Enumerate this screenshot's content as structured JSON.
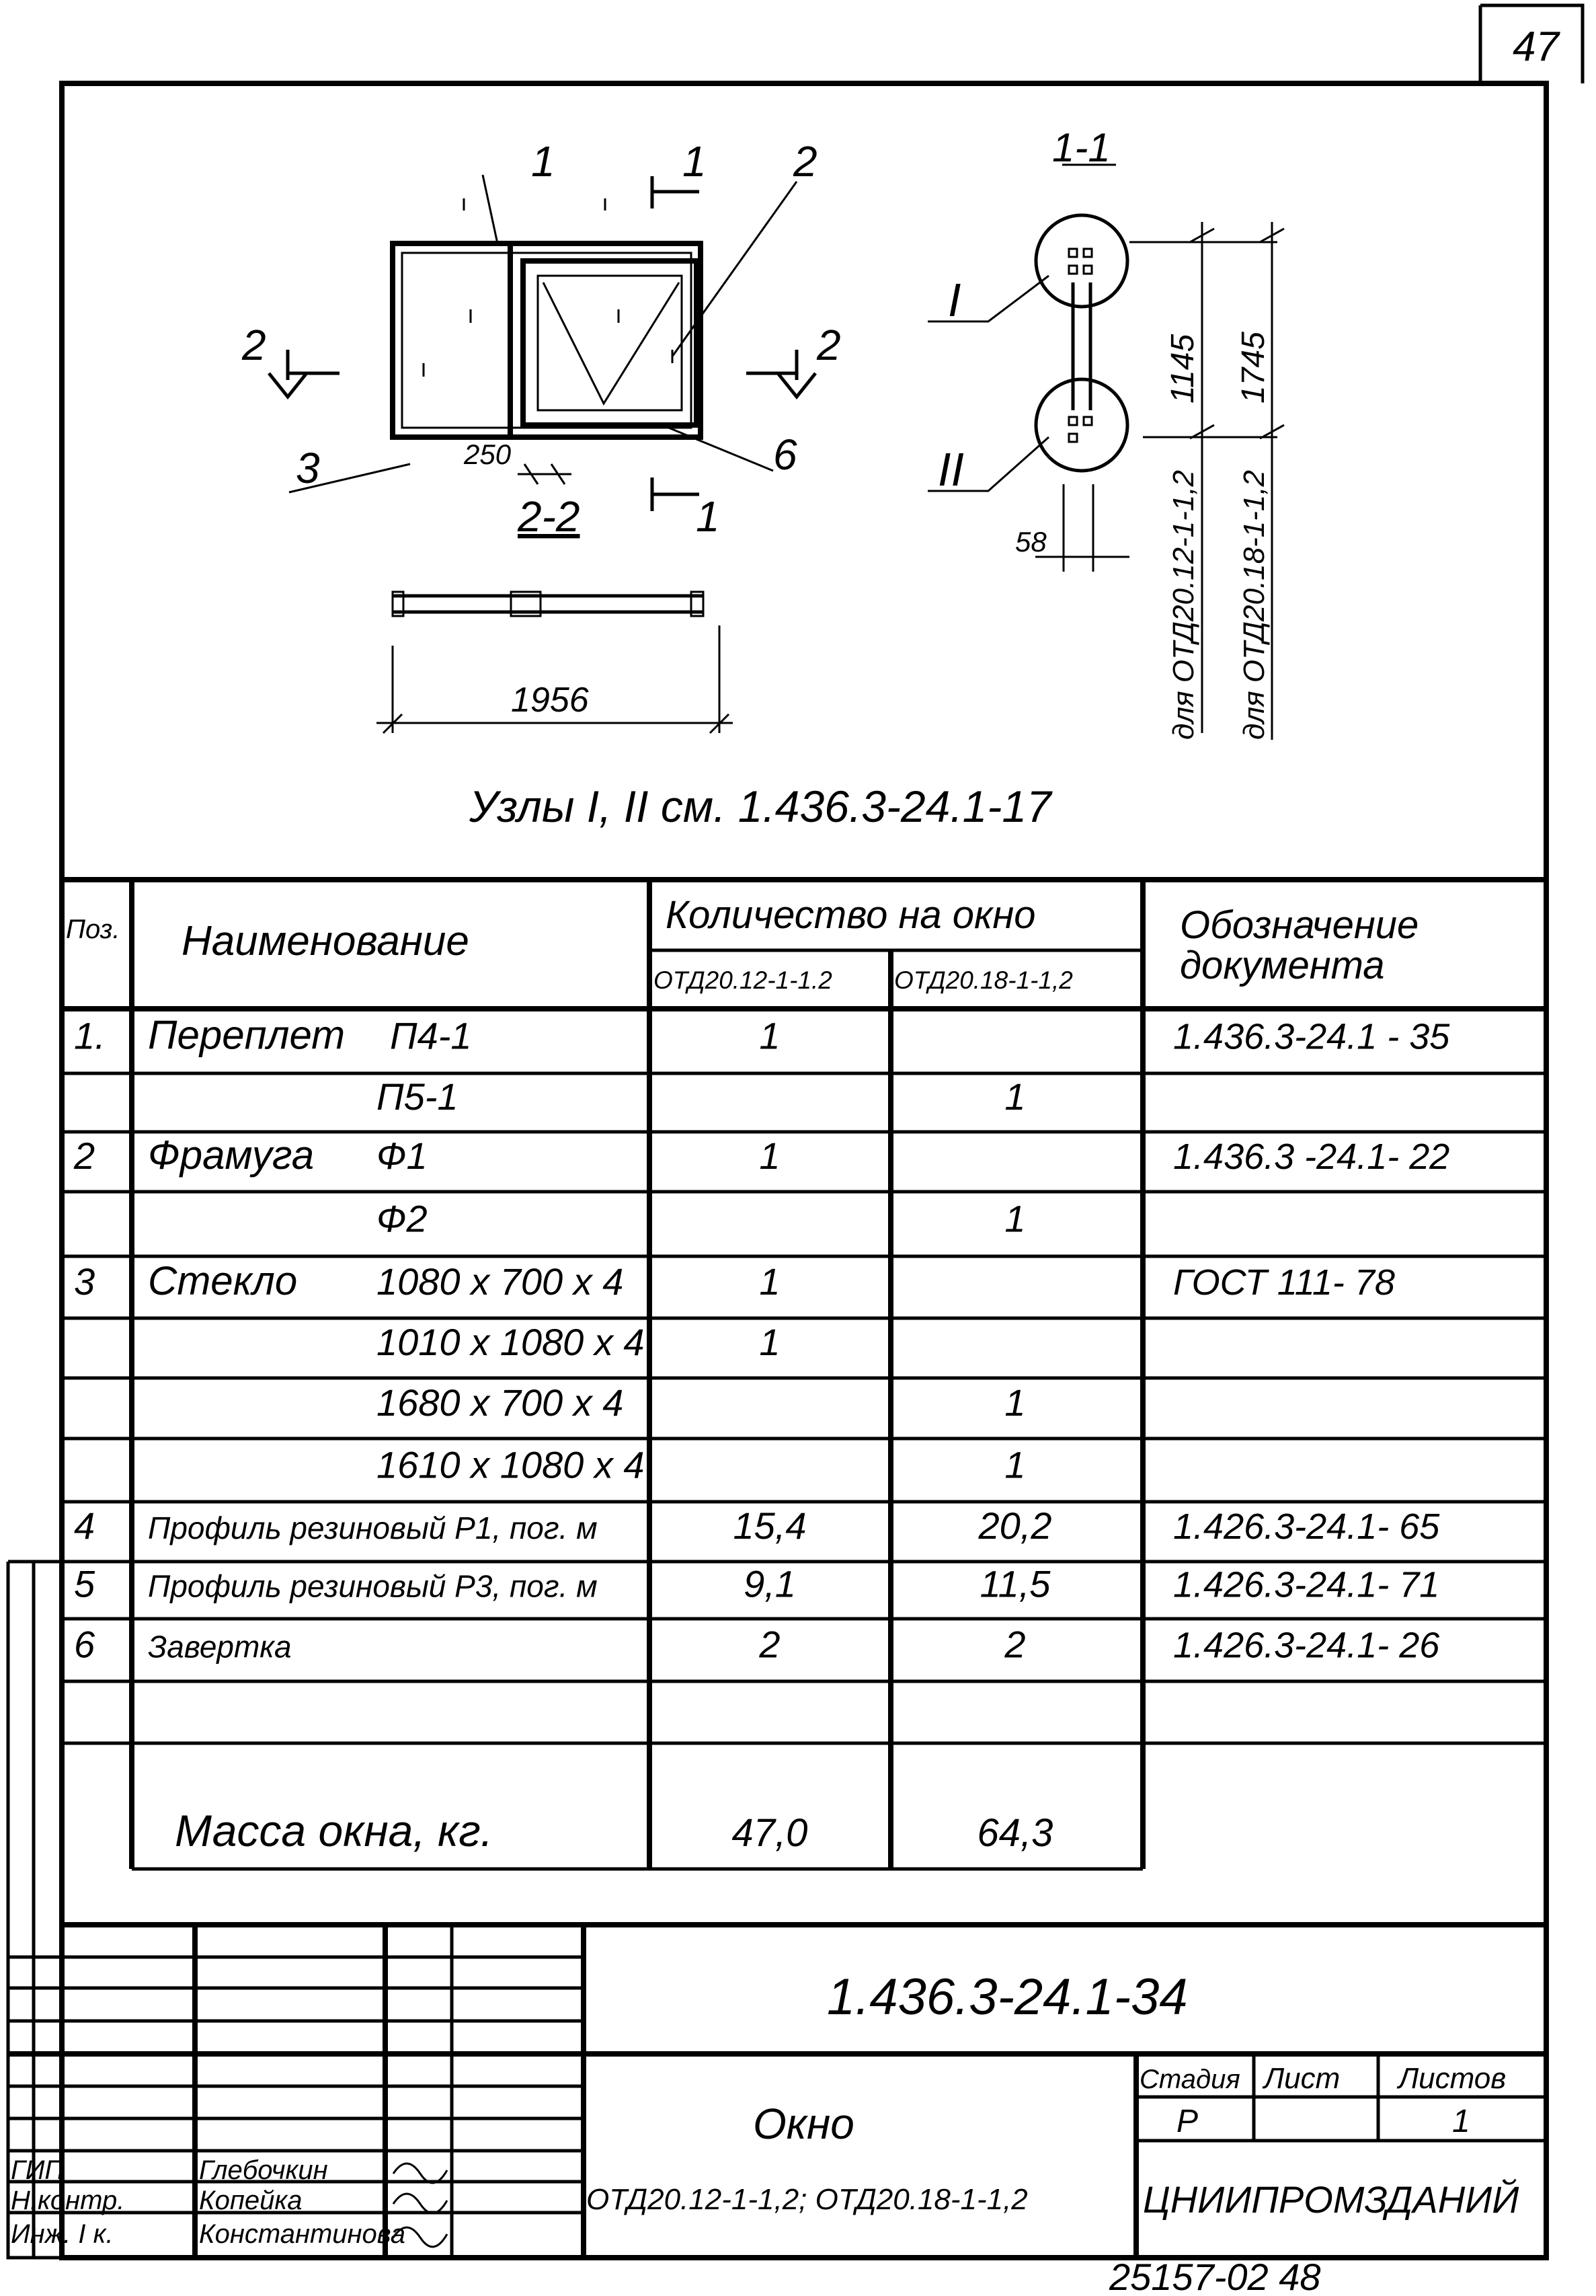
{
  "page_number": "47",
  "drawing": {
    "pos_1": "1",
    "pos_2": "2",
    "pos_3": "3",
    "pos_6": "6",
    "section_1_mark": "1",
    "section_1_mark_bottom": "1",
    "section_2_mark_left": "2",
    "section_2_mark_right": "2",
    "dim_250": "250",
    "section_2_2_title": "2-2",
    "dim_1956": "1956",
    "section_1_1_title": "1-1",
    "node_I": "I",
    "node_II": "II",
    "dim_58": "58",
    "dim_1145": "1145",
    "dim_1745": "1745",
    "note_for_12": "для ОТД20.12-1-1,2",
    "note_for_18": "для ОТД20.18-1-1,2",
    "nodes_reference": "Узлы I, II см. 1.436.3-24.1-17"
  },
  "table": {
    "headers": {
      "pos": "Поз.",
      "name": "Наименование",
      "qty": "Количество на окно",
      "qty_col1": "ОТД20.12-1-1.2",
      "qty_col2": "ОТД20.18-1-1,2",
      "doc_line1": "Обозначение",
      "doc_line2": "документа"
    },
    "rows": [
      {
        "pos": "1.",
        "name": "Переплет",
        "mark": "П4-1",
        "q1": "1",
        "q2": "",
        "doc": "1.436.3-24.1 - 35"
      },
      {
        "pos": "",
        "name": "",
        "mark": "П5-1",
        "q1": "",
        "q2": "1",
        "doc": ""
      },
      {
        "pos": "2",
        "name": "Фрамуга",
        "mark": "Ф1",
        "q1": "1",
        "q2": "",
        "doc": "1.436.3 -24.1- 22"
      },
      {
        "pos": "",
        "name": "",
        "mark": "Ф2",
        "q1": "",
        "q2": "1",
        "doc": ""
      },
      {
        "pos": "3",
        "name": "Стекло",
        "mark": "1080 x 700 x 4",
        "q1": "1",
        "q2": "",
        "doc": "ГОСТ 111- 78"
      },
      {
        "pos": "",
        "name": "",
        "mark": "1010 x 1080 x 4",
        "q1": "1",
        "q2": "",
        "doc": ""
      },
      {
        "pos": "",
        "name": "",
        "mark": "1680 x 700 x 4",
        "q1": "",
        "q2": "1",
        "doc": ""
      },
      {
        "pos": "",
        "name": "",
        "mark": "1610 x 1080 x 4",
        "q1": "",
        "q2": "1",
        "doc": ""
      },
      {
        "pos": "4",
        "name": "Профиль резиновый Р1, пог. м",
        "mark": "",
        "q1": "15,4",
        "q2": "20,2",
        "doc": "1.426.3-24.1- 65"
      },
      {
        "pos": "5",
        "name": "Профиль резиновый Р3, пог. м",
        "mark": "",
        "q1": "9,1",
        "q2": "11,5",
        "doc": "1.426.3-24.1- 71"
      },
      {
        "pos": "6",
        "name": "Завертка",
        "mark": "",
        "q1": "2",
        "q2": "2",
        "doc": "1.426.3-24.1- 26"
      },
      {
        "pos": "",
        "name": "",
        "mark": "",
        "q1": "",
        "q2": "",
        "doc": ""
      }
    ],
    "mass": {
      "label": "Масса окна, кг.",
      "q1": "47,0",
      "q2": "64,3"
    }
  },
  "title_block": {
    "document_code": "1.436.3-24.1-34",
    "title": "Окно",
    "subtitle": "ОТД20.12-1-1,2; ОТД20.18-1-1,2",
    "stage_label": "Стадия",
    "sheet_label": "Лист",
    "sheets_label": "Листов",
    "stage": "Р",
    "sheet": "",
    "sheets": "1",
    "organization": "ЦНИИПРОМЗДАНИЙ",
    "signatures": [
      {
        "role": "ГИП",
        "name": "Глебочкин"
      },
      {
        "role": "Н.контр.",
        "name": "Копейка"
      },
      {
        "role": "Инж. I к.",
        "name": "Константинова"
      }
    ]
  },
  "footer_code": "25157-02   48"
}
